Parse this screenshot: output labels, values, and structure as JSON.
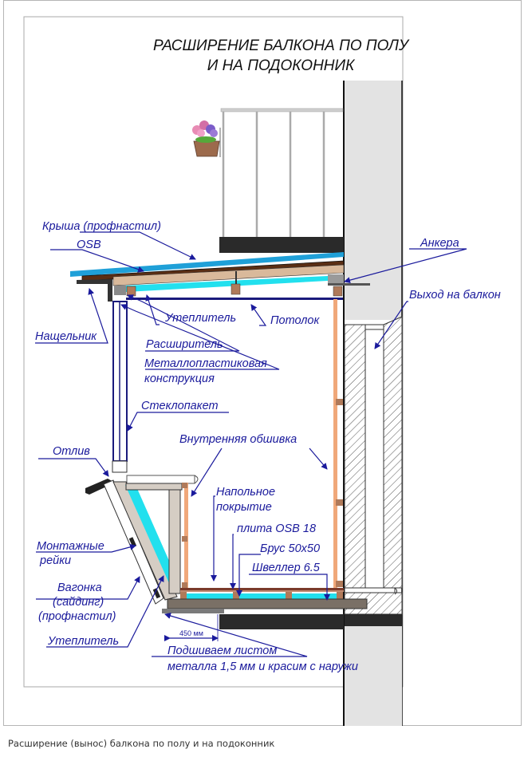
{
  "title": {
    "line1": "РАСШИРЕНИЕ БАЛКОНА ПО ПОЛУ",
    "line2": "И НА ПОДОКОННИК"
  },
  "labels": {
    "roof": "Крыша (профнастил)",
    "osb": "OSB",
    "anchors": "Анкера",
    "balcony_exit": "Выход на балкон",
    "flashing": "Нащельник",
    "insulation_top": "Утеплитель",
    "ceiling": "Потолок",
    "expander": "Расширитель",
    "frame_line1": "Металлопластиковая",
    "frame_line2": "конструкция",
    "glazing": "Стеклопакет",
    "inner_lining": "Внутренняя обшивка",
    "drip": "Отлив",
    "floor_cover_line1": "Напольное",
    "floor_cover_line2": "покрытие",
    "osb18": "плита OSB 18",
    "beam": "Брус 50x50",
    "channel": "Швеллер 6.5",
    "mount_rails_line1": "Монтажные",
    "mount_rails_line2": "рейки",
    "siding_line1": "Вагонка",
    "siding_line2": "(сайдинг)",
    "siding_line3": "(профнастил)",
    "insulation_bottom": "Утеплитель",
    "dimension": "450 мм",
    "underside_line1": "Подшиваем листом",
    "underside_line2": "металла 1,5 мм и красим с наружи"
  },
  "caption": "Расширение (вынос) балкона по полу и на подоконник",
  "colors": {
    "label": "#1a1a9c",
    "insulation": "#22e0ee",
    "roof": "#1fa0d8",
    "wood": "#d9b99b",
    "timber": "#b07a5a",
    "osb": "#5a2e14",
    "slab": "#2a2a2a",
    "concrete": "#7a7066",
    "wall": "#e3e3e3"
  },
  "icons": {
    "flower_pot": "flower-pot-icon"
  }
}
